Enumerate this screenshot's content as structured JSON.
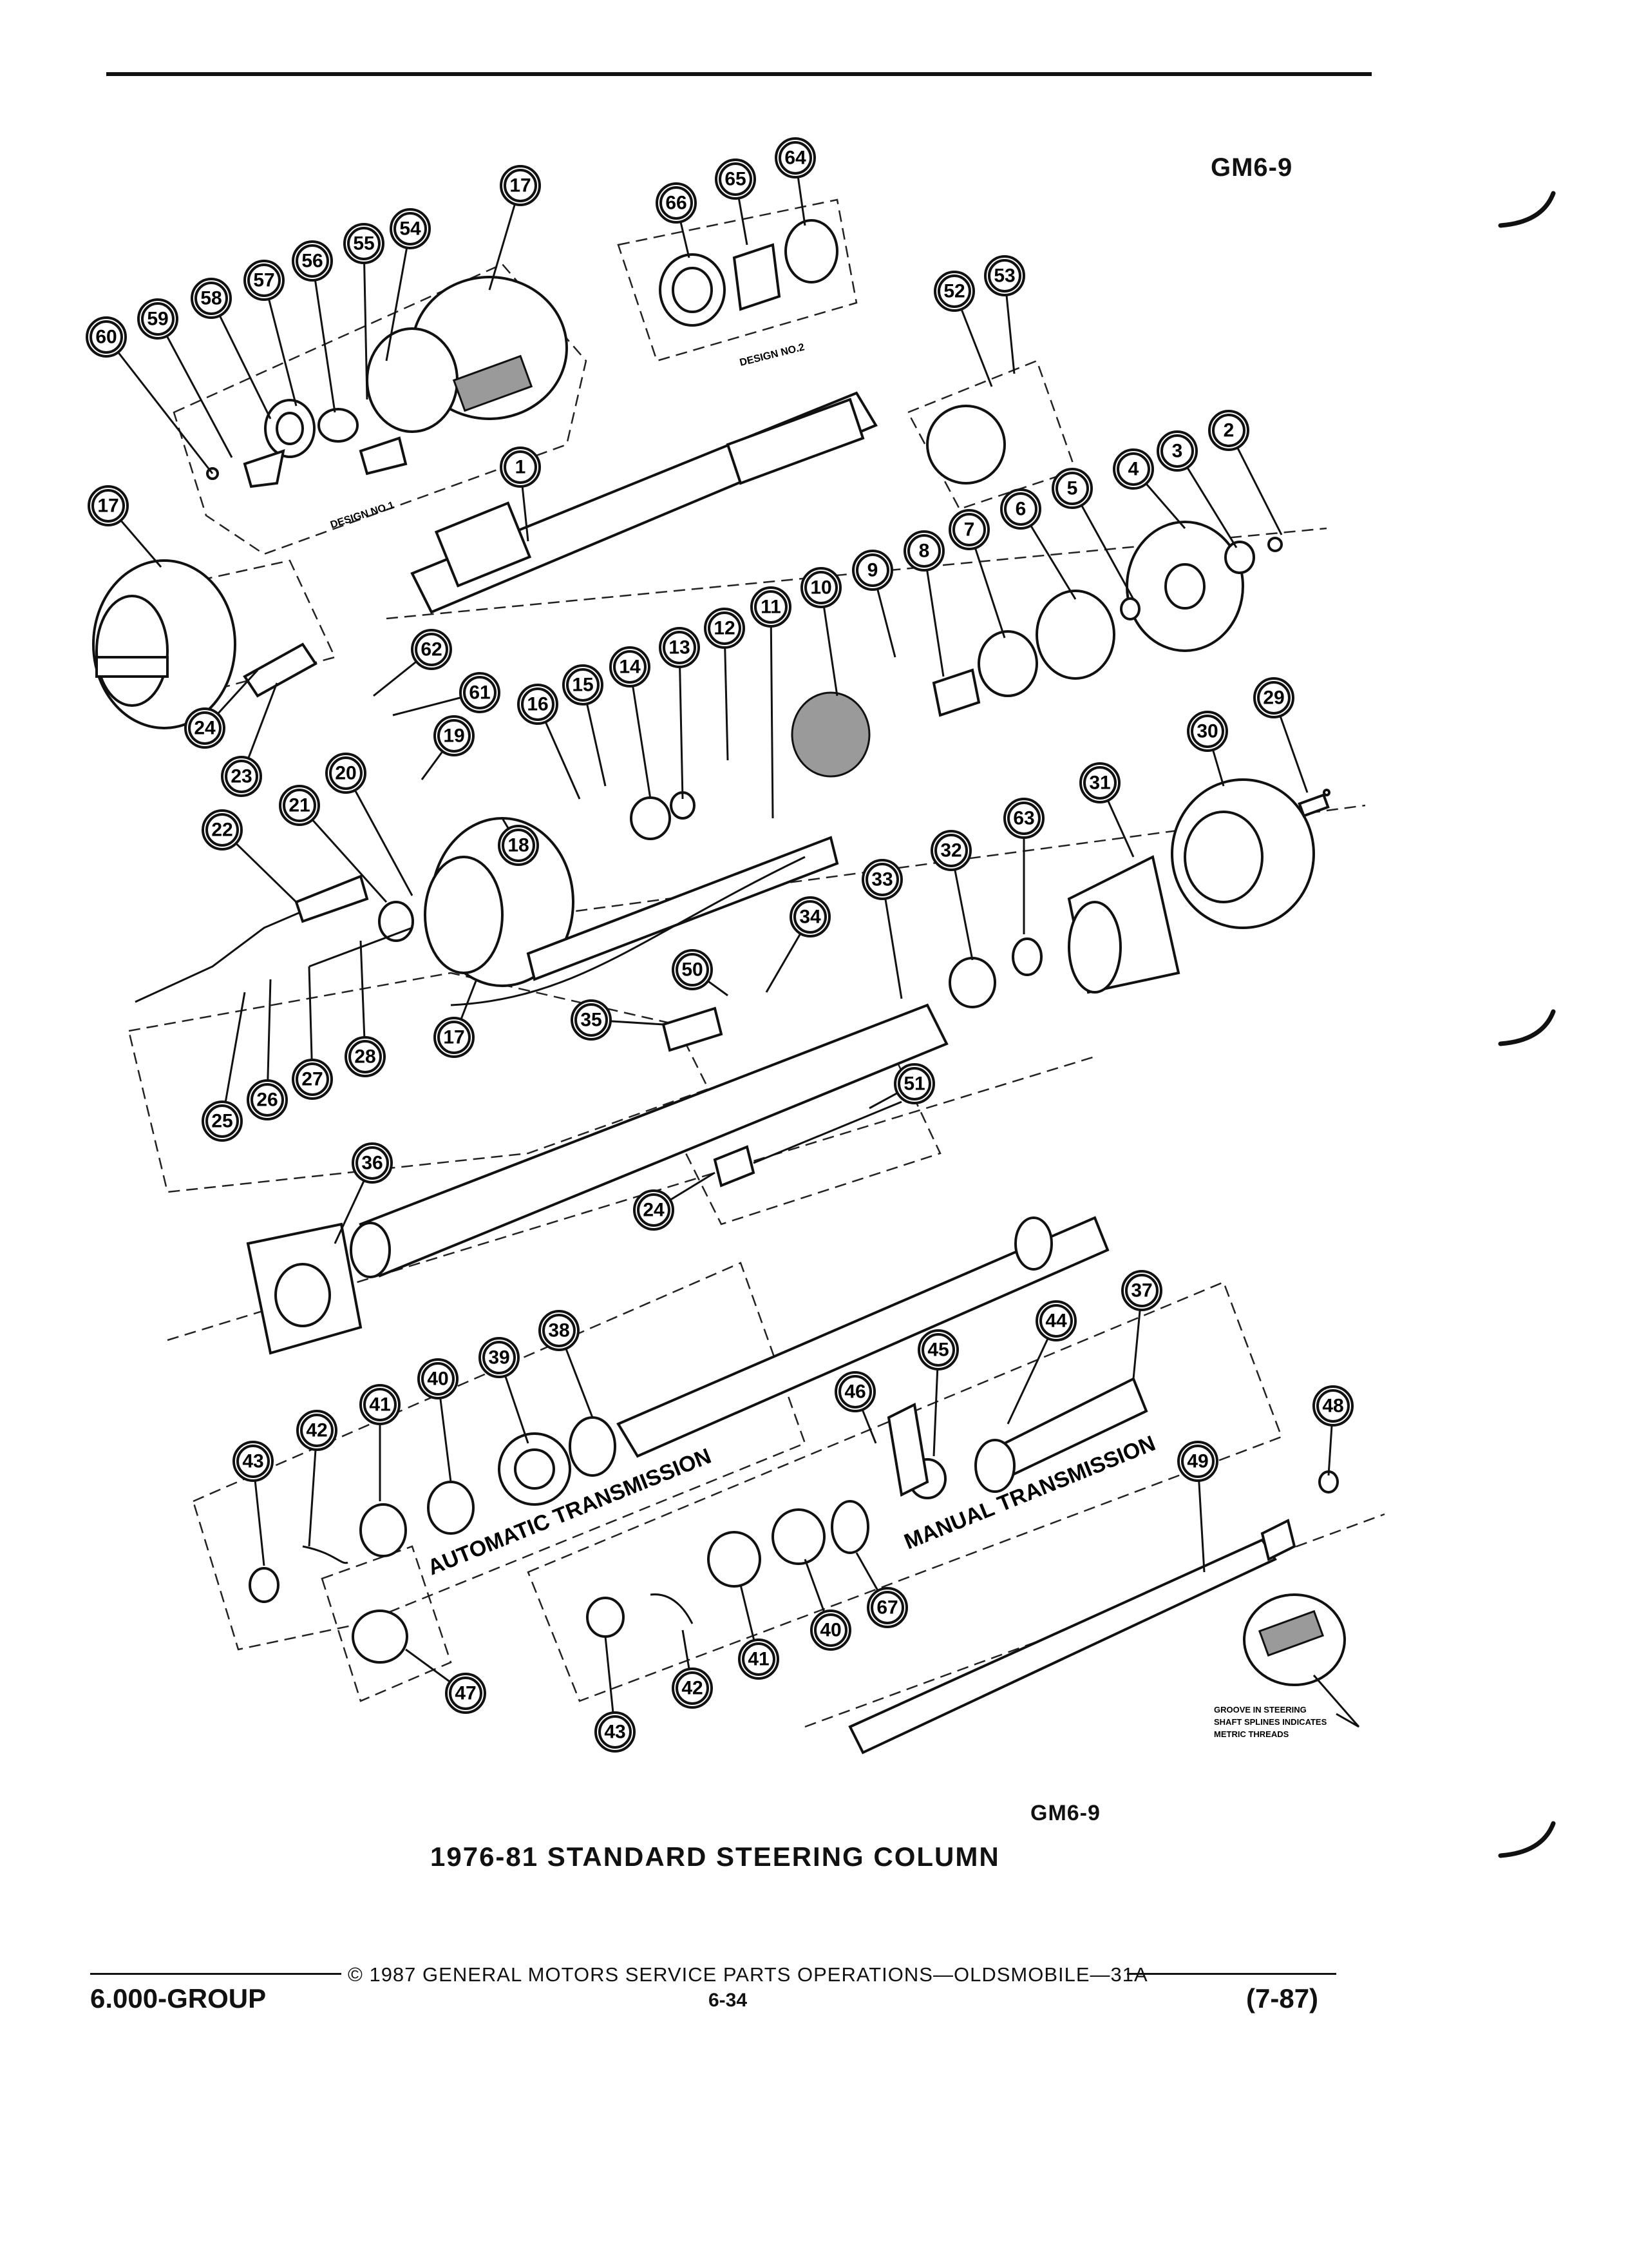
{
  "header": {
    "code_top": "GM6-9"
  },
  "diagram": {
    "design_labels": [
      "DESIGN NO.1",
      "DESIGN NO.2"
    ],
    "automatic_label": "AUTOMATIC TRANSMISSION",
    "manual_label": "MANUAL TRANSMISSION",
    "note_lines": [
      "GROOVE IN STEERING",
      "SHAFT SPLINES INDICATES",
      "METRIC THREADS"
    ]
  },
  "figure": {
    "code": "GM6-9",
    "title": "1976-81 STANDARD STEERING COLUMN"
  },
  "footer": {
    "copyright_line": "© 1987 GENERAL MOTORS SERVICE PARTS OPERATIONS—OLDSMOBILE—31A",
    "group": "6.000-GROUP",
    "page": "6-34",
    "revision": "(7-87)"
  },
  "callouts": [
    "1",
    "2",
    "3",
    "4",
    "5",
    "6",
    "7",
    "8",
    "9",
    "10",
    "11",
    "12",
    "13",
    "14",
    "15",
    "16",
    "17",
    "18",
    "19",
    "20",
    "21",
    "22",
    "23",
    "24",
    "25",
    "26",
    "27",
    "28",
    "29",
    "30",
    "31",
    "32",
    "33",
    "34",
    "35",
    "36",
    "37",
    "38",
    "39",
    "40",
    "41",
    "42",
    "43",
    "44",
    "45",
    "46",
    "47",
    "48",
    "49",
    "50",
    "51",
    "52",
    "53",
    "54",
    "55",
    "56",
    "57",
    "58",
    "59",
    "60",
    "61",
    "62",
    "63",
    "64",
    "65",
    "66",
    "67"
  ]
}
